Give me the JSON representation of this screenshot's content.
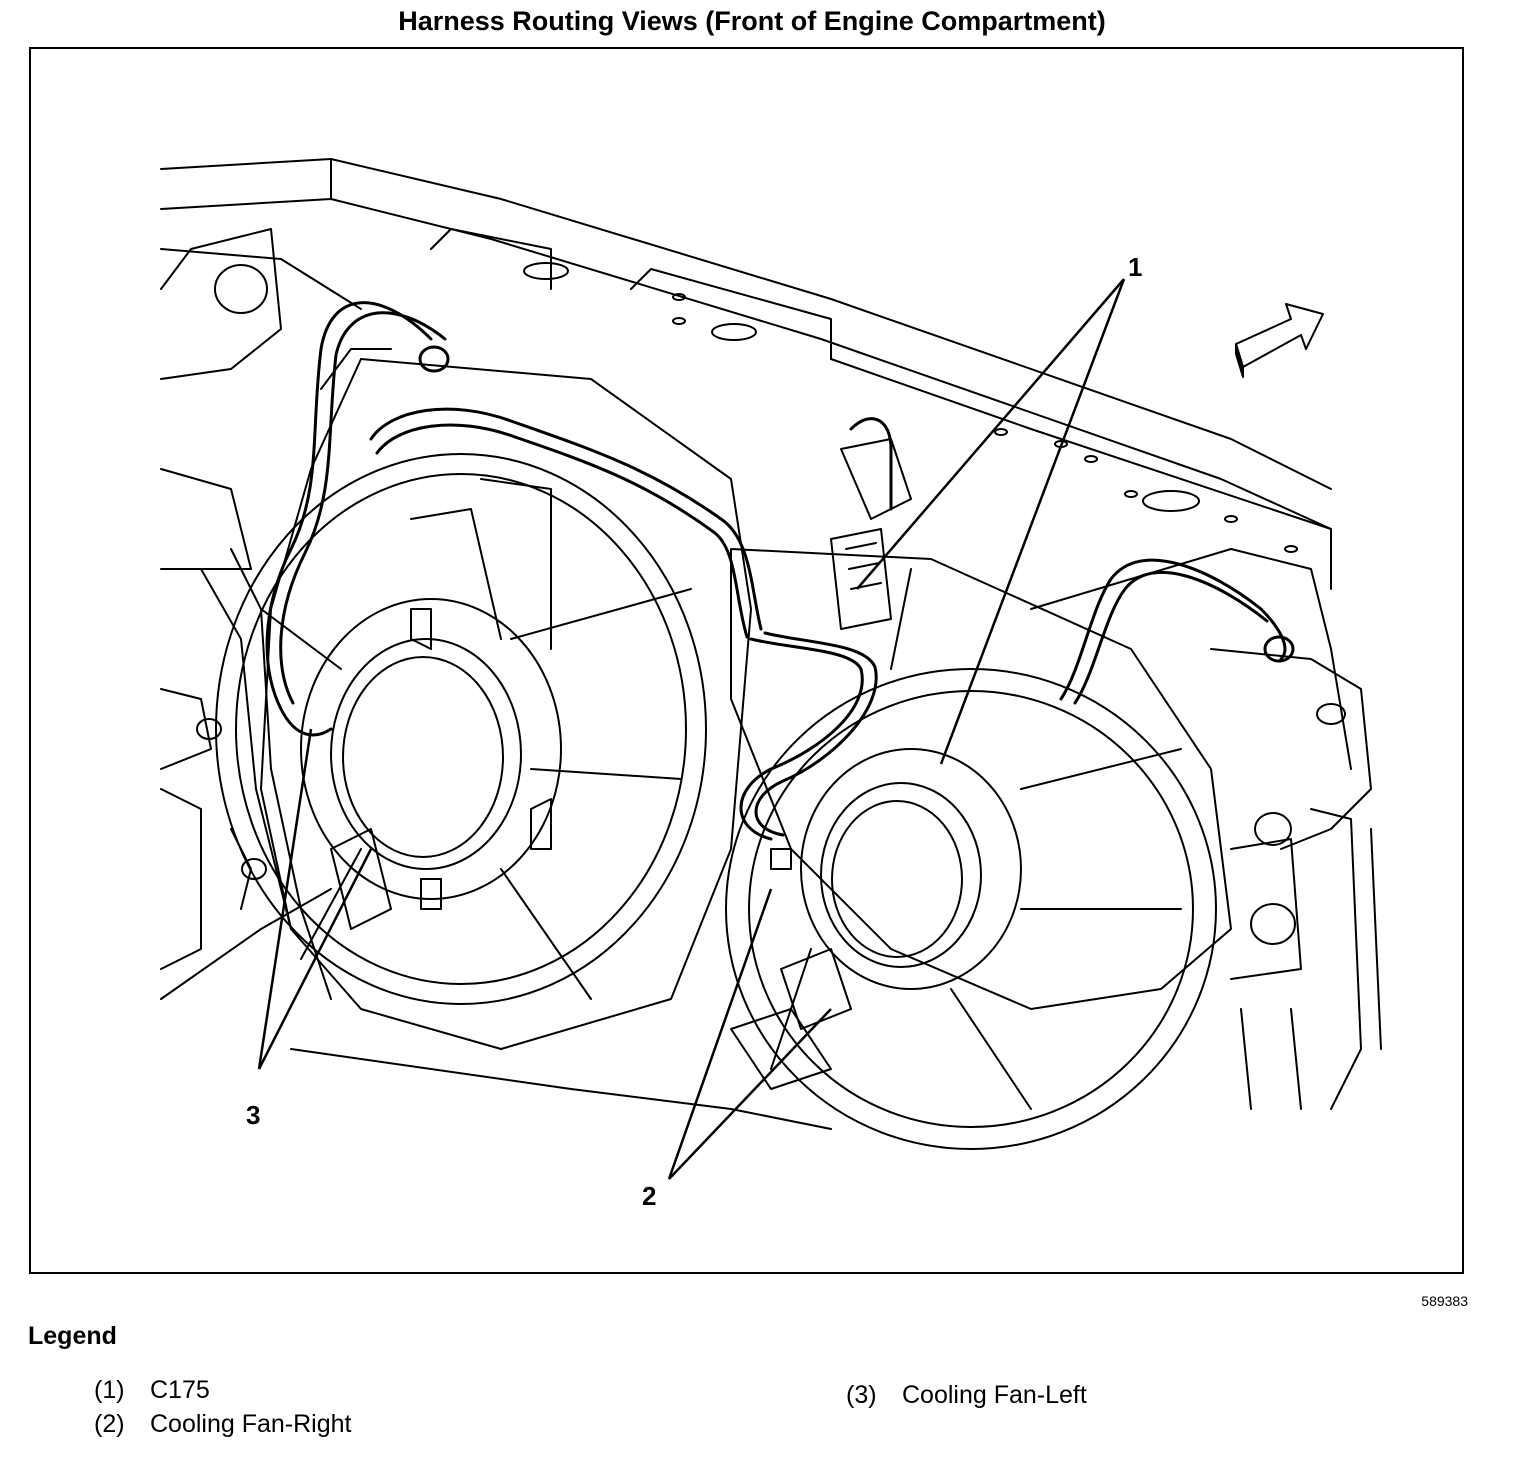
{
  "title": "Harness Routing Views (Front of Engine Compartment)",
  "figure_id": "589383",
  "callouts": [
    {
      "label": "1"
    },
    {
      "label": "2"
    },
    {
      "label": "3"
    }
  ],
  "legend": {
    "heading": "Legend",
    "items": [
      {
        "number": "(1)",
        "text": "C175"
      },
      {
        "number": "(2)",
        "text": "Cooling Fan-Right"
      },
      {
        "number": "(3)",
        "text": "Cooling Fan-Left"
      }
    ]
  }
}
